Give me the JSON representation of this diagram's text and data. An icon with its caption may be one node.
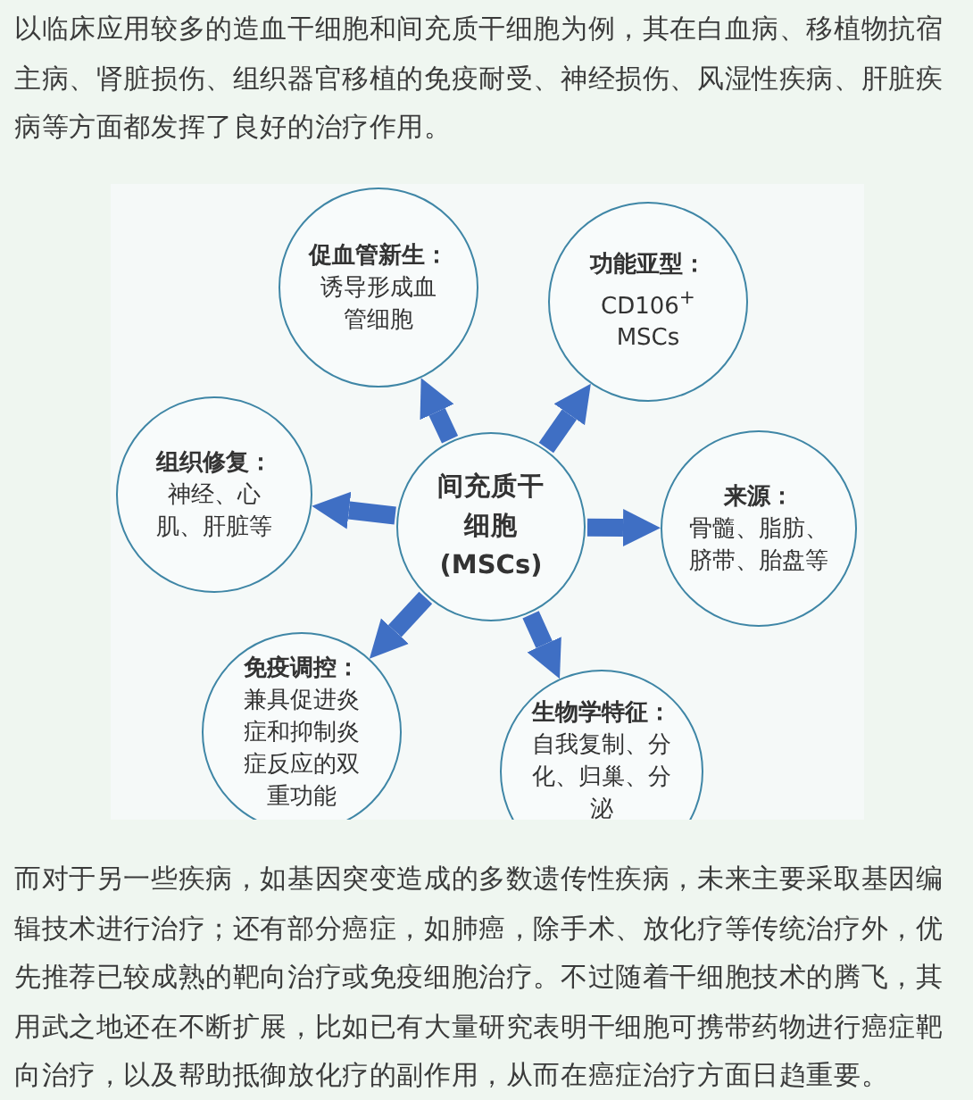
{
  "diagram": {
    "nodes": [
      {
        "text": [
          "促血管新生：",
          "诱导形成血管细胞"
        ]
      },
      {
        "text": [
          "功能亚型：",
          "CD106$^{+}$ MSCs"
        ]
      },
      {
        "text": [
          "组织修复：",
          "神经、心肌、肝脏等"
        ]
      },
      {
        "text": [
          "间充质干细胞(MSCs)"
        ]
      },
      {
        "text": [
          "来源：",
          "骨髓、脂肪、脐带、胎盘等"
        ]
      },
      {
        "text": [
          "免疫调控：",
          "兼具促进炎症和抑制炎症反应的双重功能"
        ]
      },
      {
        "text": [
          "生物学特征：",
          "自我复制、分化、归巢、分泌"
        ]
      }
    ],
    "edges": [
      {
        "from": 3,
        "to": 0,
        "arrow": "to"
      },
      {
        "from": 3,
        "to": 1,
        "arrow": "to"
      },
      {
        "from": 3,
        "to": 2,
        "arrow": "to"
      },
      {
        "from": 3,
        "to": 4,
        "arrow": "to"
      },
      {
        "from": 3,
        "to": 5,
        "arrow": "to"
      },
      {
        "from": 3,
        "to": 6,
        "arrow": "to"
      }
    ],
    "labels": [
      "以临床应用较多的造血干细胞和间充质干细胞为例，其在白血病、移植物抗宿主病、肾脏损伤、组织器官移植的免疫耐受、神经损伤、风湿性疾病、肝脏疾病等方面都发挥了良好的治疗作用。",
      "而对于另一些疾病，如基因突变造成的多数遗传性疾病，未来主要采取基因编辑技术进行治疗；还有部分癌症，如肺癌，除手术、放化疗等传统治疗外，优先推荐已较成熟的靶向治疗或免疫细胞治疗。不过随着干细胞技术的腾飞，其用武之地还在不断扩展，比如已有大量研究表明干细胞可携带药物进行癌症靶向治疗，以及帮助抵御放化疗的副作用，从而在癌症治疗方面日趋重要。"
    ]
  }
}
